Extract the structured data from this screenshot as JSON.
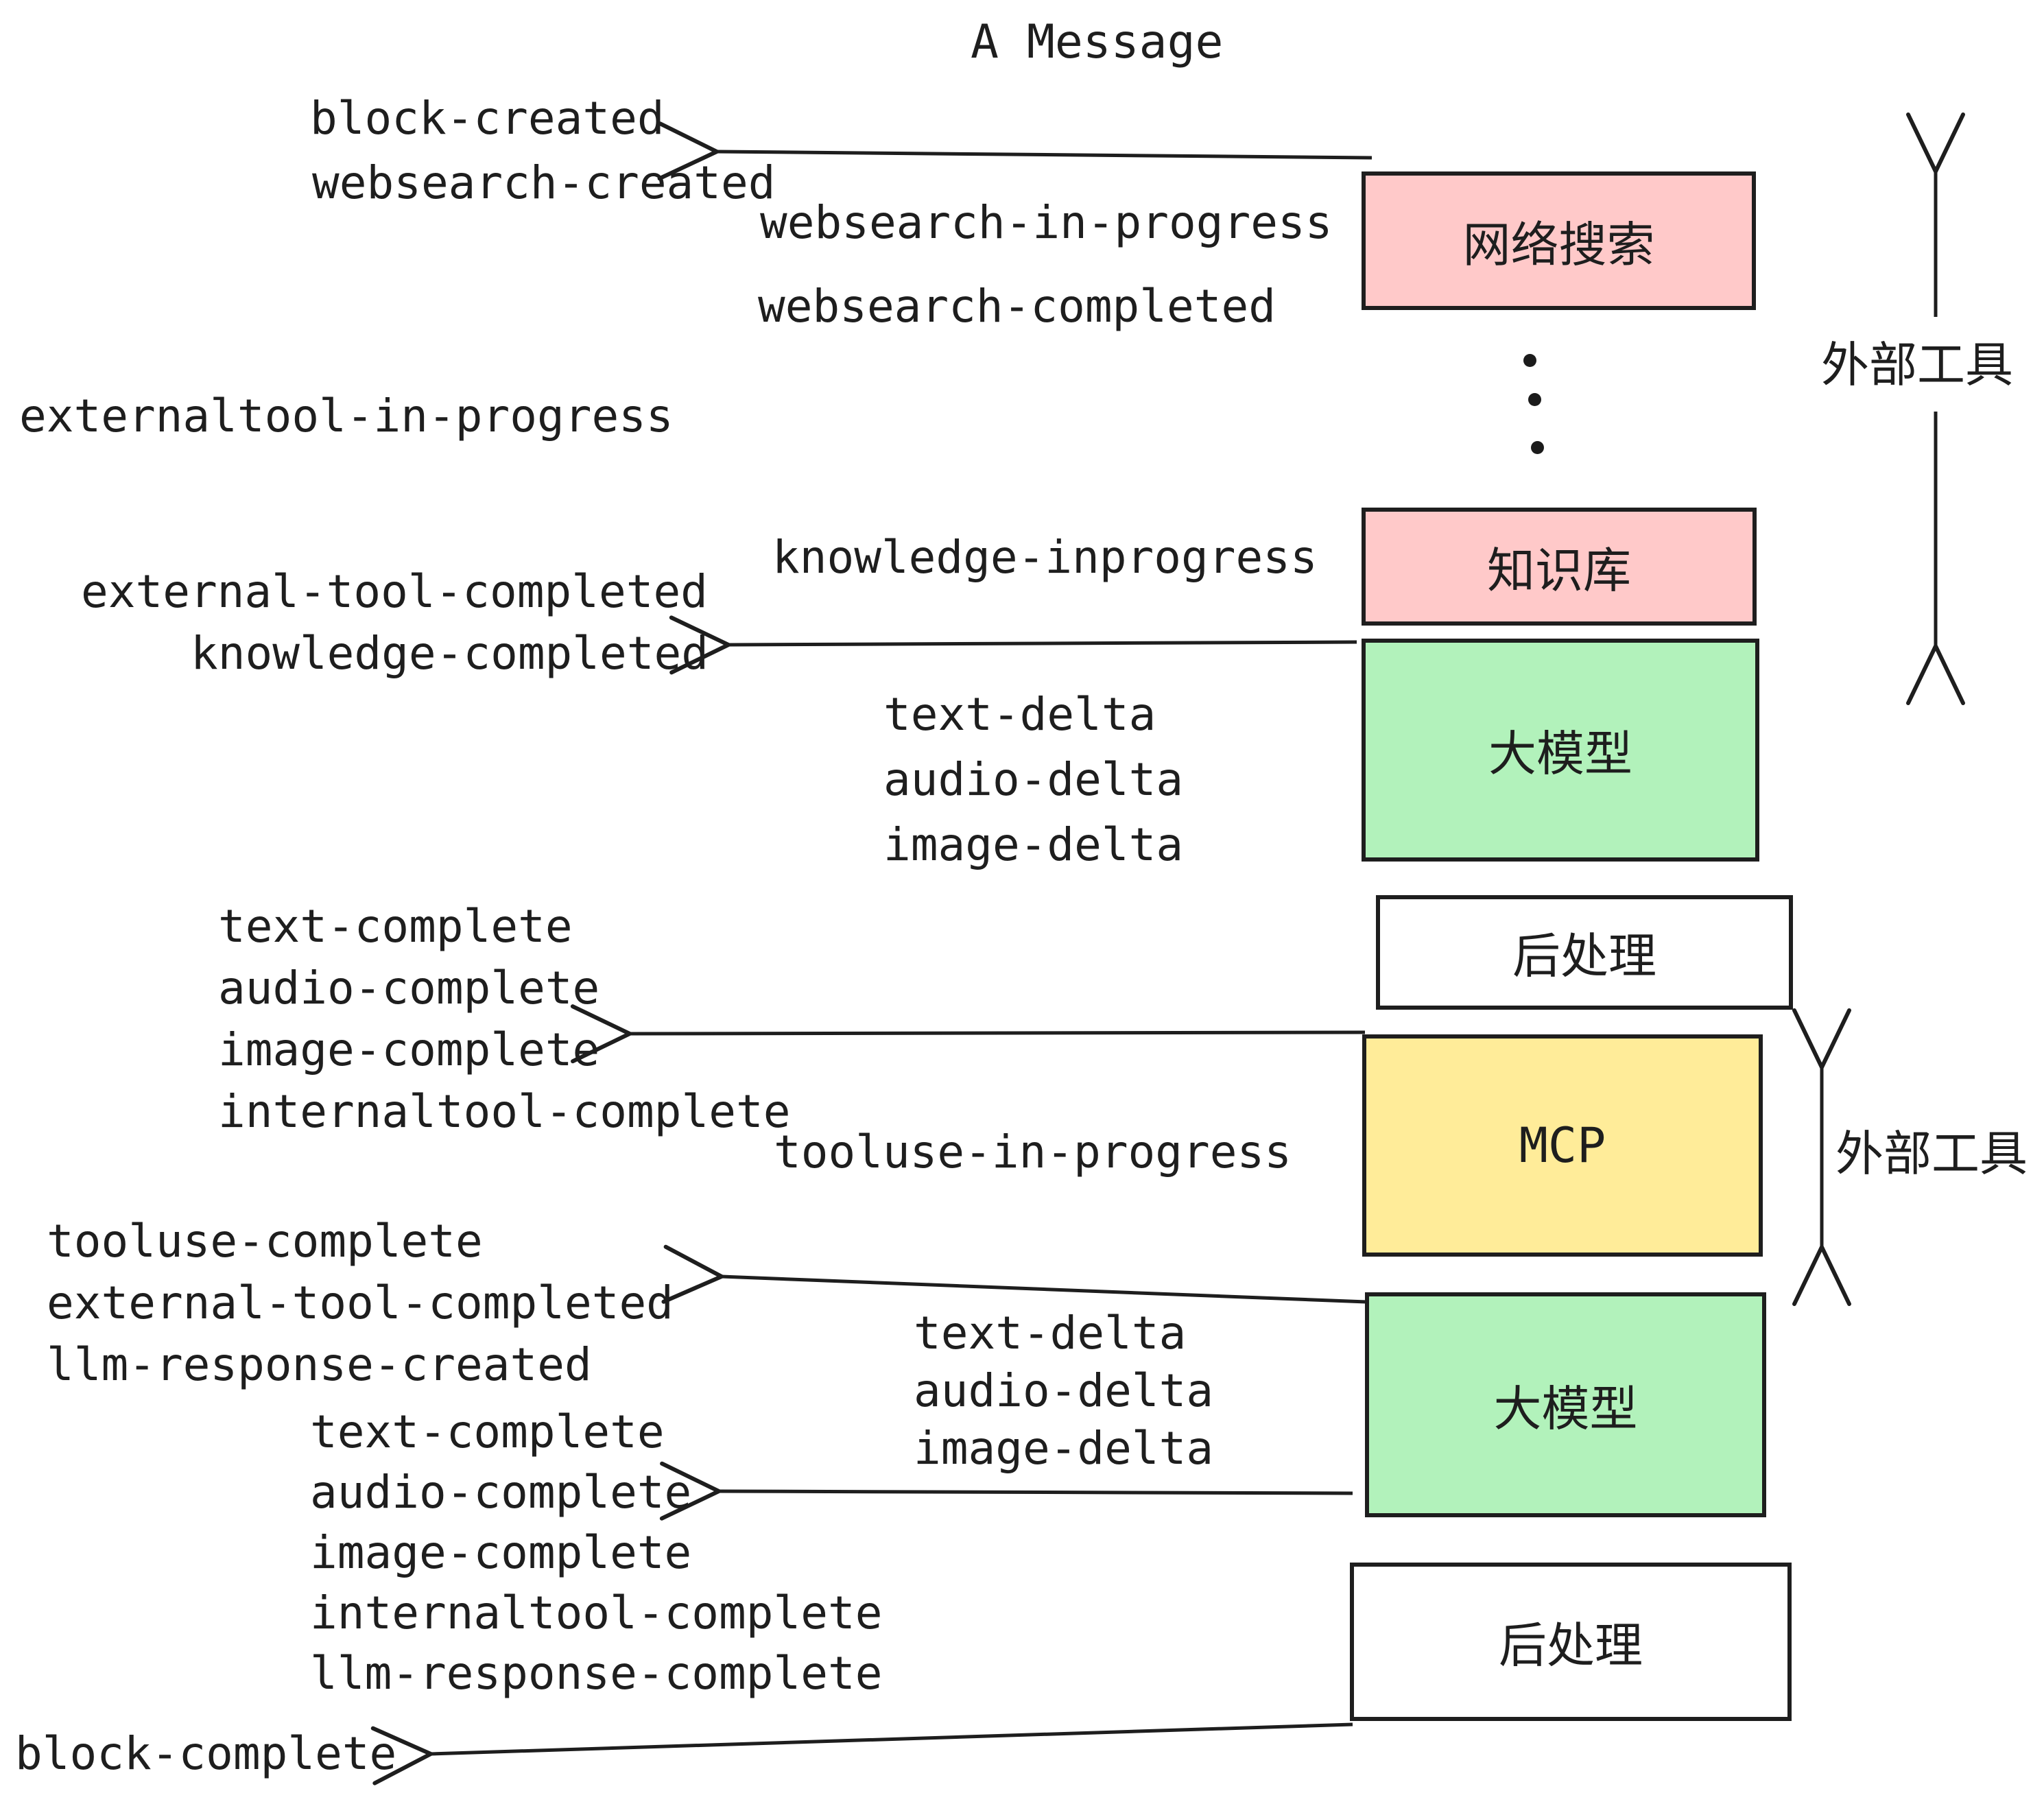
{
  "title": "A Message",
  "colors": {
    "pink": "#ffc9c9",
    "green": "#b2f2bb",
    "yellow": "#ffec99",
    "stroke": "#1e1e1e",
    "background": "#ffffff"
  },
  "boxes": {
    "websearch": "网络搜索",
    "knowledge": "知识库",
    "llm1": "大模型",
    "post1": "后处理",
    "mcp": "MCP",
    "llm2": "大模型",
    "post2": "后处理"
  },
  "side_labels": {
    "external_tools_top": "外部工具",
    "external_tools_bottom": "外部工具"
  },
  "events": {
    "block_created": "block-created",
    "websearch_created": "websearch-created",
    "websearch_in_progress": "websearch-in-progress",
    "websearch_completed": "websearch-completed",
    "externaltool_in_progress": "externaltool-in-progress",
    "knowledge_inprogress": "knowledge-inprogress",
    "external_tool_completed_1": "external-tool-completed",
    "knowledge_completed": "knowledge-completed",
    "deltas_1": [
      "text-delta",
      "audio-delta",
      "image-delta"
    ],
    "completes_1": [
      "text-complete",
      "audio-complete",
      "image-complete",
      "internaltool-complete"
    ],
    "tooluse_in_progress": "tooluse-in-progress",
    "tooluse_complete": "tooluse-complete",
    "external_tool_completed_2": "external-tool-completed",
    "llm_response_created": "llm-response-created",
    "deltas_2": [
      "text-delta",
      "audio-delta",
      "image-delta"
    ],
    "completes_2": [
      "text-complete",
      "audio-complete",
      "image-complete",
      "internaltool-complete",
      "llm-response-complete"
    ],
    "block_complete": "block-complete"
  }
}
